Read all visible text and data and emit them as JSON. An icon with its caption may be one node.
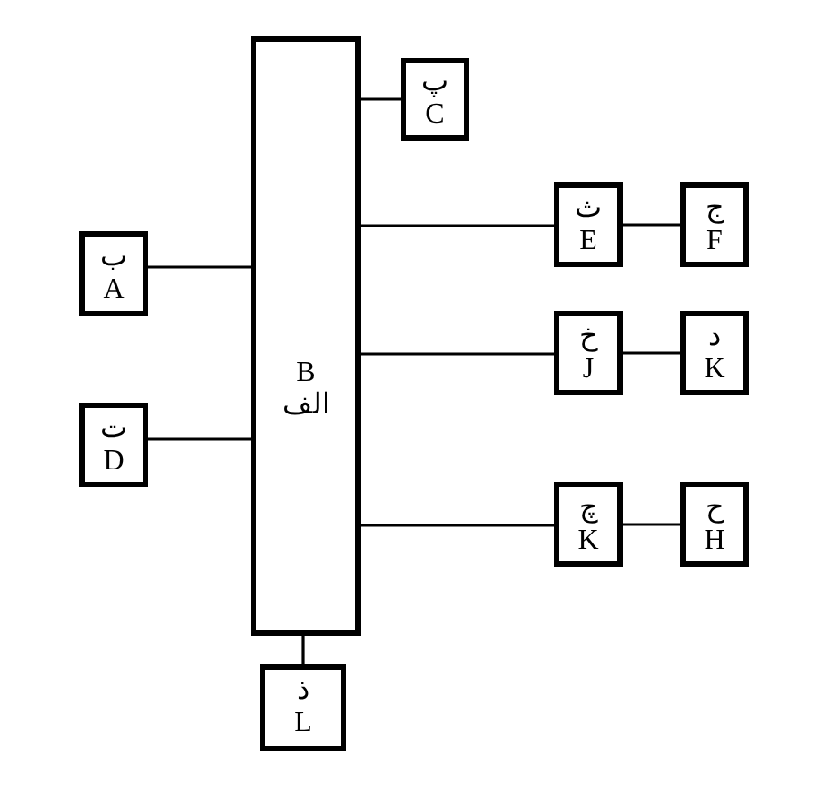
{
  "diagram": {
    "nodes": [
      {
        "text": [
          "B",
          "الف"
        ]
      },
      {
        "text": [
          "پ",
          "C"
        ]
      },
      {
        "text": [
          "ب",
          "A"
        ]
      },
      {
        "text": [
          "ث",
          "E"
        ]
      },
      {
        "text": [
          "ج",
          "F"
        ]
      },
      {
        "text": [
          "خ",
          "J"
        ]
      },
      {
        "text": [
          "د",
          "K"
        ]
      },
      {
        "text": [
          "ت",
          "D"
        ]
      },
      {
        "text": [
          "چ",
          "K"
        ]
      },
      {
        "text": [
          "ح",
          "H"
        ]
      },
      {
        "text": [
          "ذ",
          "L"
        ]
      }
    ],
    "edges": [
      {
        "from": 0,
        "to": 1,
        "arrow": "none"
      },
      {
        "from": 0,
        "to": 3,
        "arrow": "none"
      },
      {
        "from": 3,
        "to": 4,
        "arrow": "none"
      },
      {
        "from": 2,
        "to": 0,
        "arrow": "none"
      },
      {
        "from": 0,
        "to": 5,
        "arrow": "none"
      },
      {
        "from": 5,
        "to": 6,
        "arrow": "none"
      },
      {
        "from": 7,
        "to": 0,
        "arrow": "none"
      },
      {
        "from": 0,
        "to": 8,
        "arrow": "none"
      },
      {
        "from": 8,
        "to": 9,
        "arrow": "none"
      },
      {
        "from": 0,
        "to": 10,
        "arrow": "none"
      }
    ]
  }
}
